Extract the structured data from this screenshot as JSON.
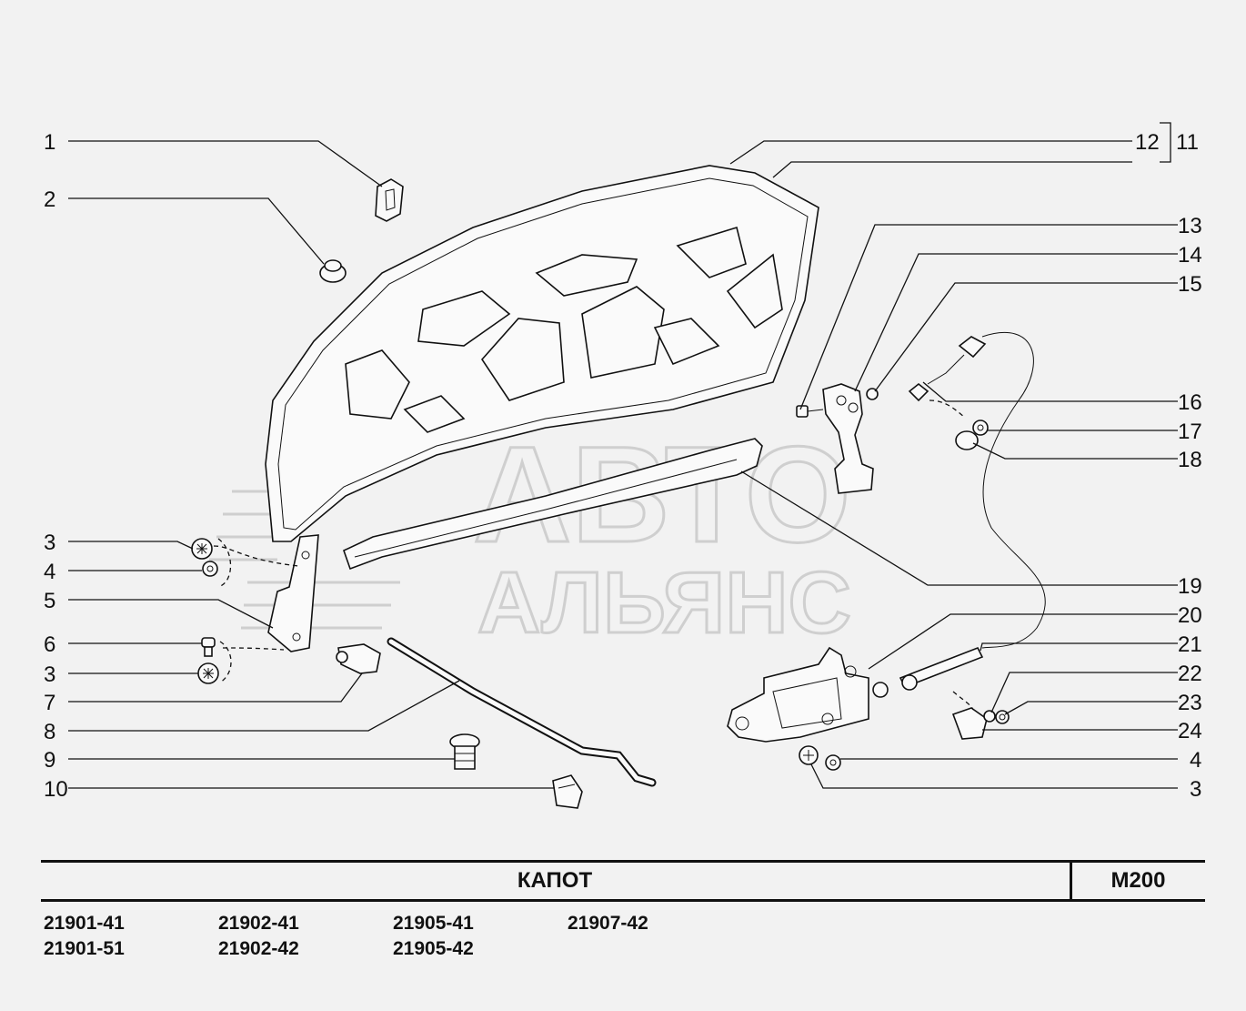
{
  "title_block": {
    "title": "КАПОТ",
    "code": "М200"
  },
  "variants": [
    [
      "21901-41",
      "21901-51"
    ],
    [
      "21902-41",
      "21902-42"
    ],
    [
      "21905-41",
      "21905-42"
    ],
    [
      "21907-42"
    ]
  ],
  "watermark": {
    "line1": "АВТО",
    "line2": "АЛЬЯНС"
  },
  "callouts_left": [
    "1",
    "2",
    "3",
    "4",
    "5",
    "6",
    "3",
    "7",
    "8",
    "9",
    "10"
  ],
  "callouts_right": [
    "12",
    "11",
    "13",
    "14",
    "15",
    "16",
    "17",
    "18",
    "19",
    "20",
    "21",
    "22",
    "23",
    "24",
    "4",
    "3"
  ]
}
